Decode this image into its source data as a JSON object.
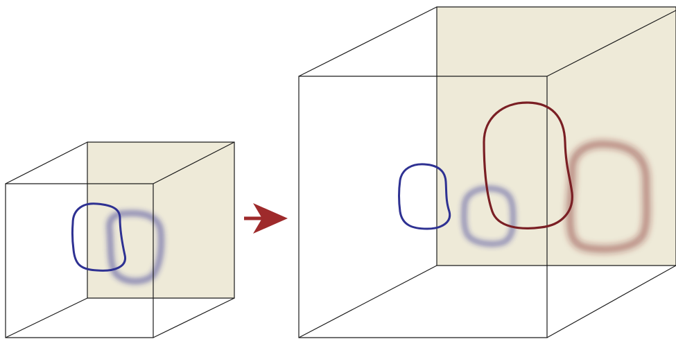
{
  "colors": {
    "background": "#ffffff",
    "back_face_fill": "#eeead8",
    "edge_stroke": "#1a1a1a",
    "blue_loop": "#2e3192",
    "red_loop": "#7a1f24",
    "arrow": "#9e2a2b"
  },
  "diagram": {
    "left_cube": {
      "loops": [
        "blue"
      ]
    },
    "arrow": {
      "icon": "right-arrow-icon",
      "direction": "right"
    },
    "right_cube": {
      "loops": [
        "blue",
        "red"
      ]
    }
  }
}
